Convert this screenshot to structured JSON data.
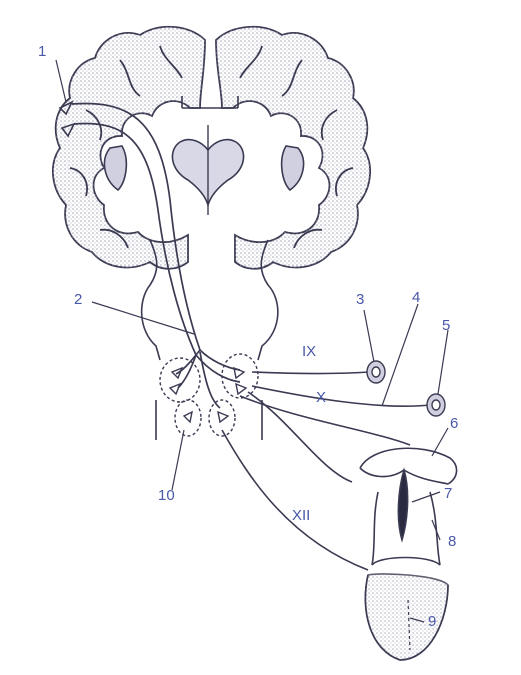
{
  "diagram": {
    "colors": {
      "ink": "#3a3a52",
      "label": "#4a58a8",
      "stipple": "#b8b8c8",
      "paper": "#ffffff"
    },
    "numbered_labels": [
      "1",
      "2",
      "3",
      "4",
      "5",
      "6",
      "7",
      "8",
      "9",
      "10"
    ],
    "nerve_labels": {
      "glossopharyngeal": "IX",
      "vagus": "X",
      "hypoglossal": "XII"
    }
  }
}
